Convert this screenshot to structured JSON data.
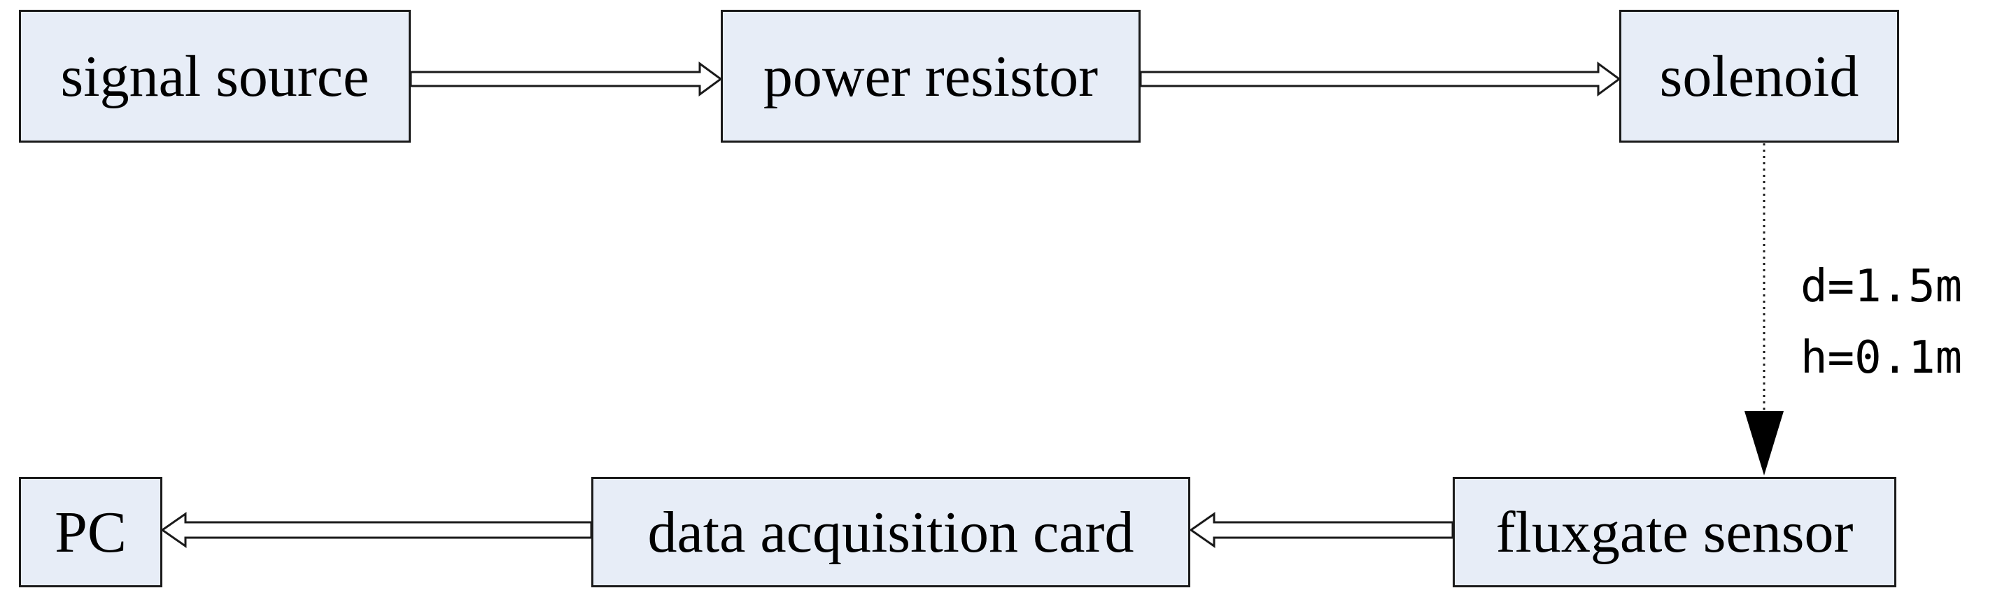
{
  "nodes": {
    "signal_source": "signal source",
    "power_resistor": "power resistor",
    "solenoid": "solenoid",
    "fluxgate_sensor": "fluxgate sensor",
    "data_acquisition_card": "data acquisition card",
    "pc": "PC"
  },
  "annotations": {
    "distance": "d=1.5m",
    "height": "h=0.1m"
  },
  "edges": [
    {
      "from": "signal source",
      "to": "power resistor",
      "style": "hollow-double"
    },
    {
      "from": "power resistor",
      "to": "solenoid",
      "style": "hollow-double"
    },
    {
      "from": "solenoid",
      "to": "fluxgate sensor",
      "style": "dotted-filled"
    },
    {
      "from": "fluxgate sensor",
      "to": "data acquisition card",
      "style": "hollow-double"
    },
    {
      "from": "data acquisition card",
      "to": "PC",
      "style": "hollow-double"
    }
  ],
  "colors": {
    "box_fill": "#e7edf7",
    "stroke": "#1a1a1a"
  }
}
